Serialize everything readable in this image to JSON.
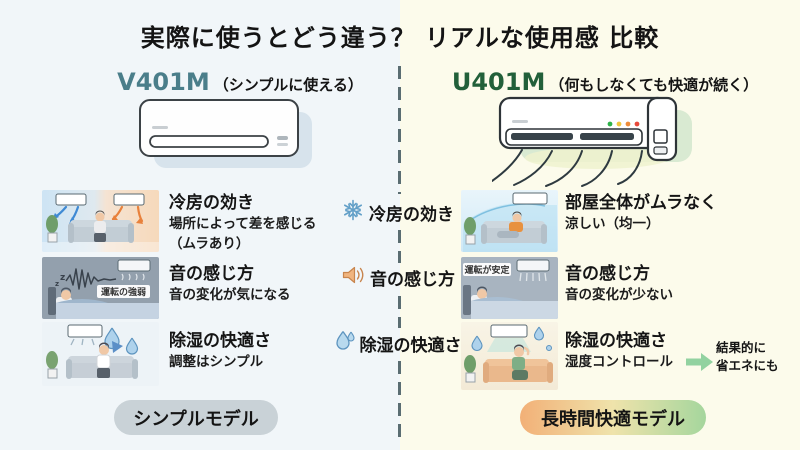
{
  "title": "実際に使うとどう違う？ リアルな使用感 比較",
  "left_column": {
    "model": "V401M",
    "model_note": "（シンプルに使える）",
    "badge": "シンプルモデル",
    "rows": [
      {
        "heading": "冷房の効き",
        "line1": "場所によって差を感じる",
        "line2": "（ムラあり）"
      },
      {
        "heading": "音の感じ方",
        "line1": "音の変化が気になる",
        "image_label": "運転の強弱"
      },
      {
        "heading": "除湿の快適さ",
        "line1": "調整はシンプル"
      }
    ]
  },
  "center": {
    "categories": [
      {
        "icon": "snowflake-icon",
        "label": "冷房の効き"
      },
      {
        "icon": "speaker-icon",
        "label": "音の感じ方"
      },
      {
        "icon": "waterdrop-icon",
        "label": "除湿の快適さ"
      }
    ]
  },
  "right_column": {
    "model": "U401M",
    "model_note": "（何もしなくても快適が続く）",
    "badge": "長時間快適モデル",
    "rows": [
      {
        "heading": "部屋全体がムラなく",
        "line1": "涼しい（均一）"
      },
      {
        "heading": "音の感じ方",
        "line1": "音の変化が少ない",
        "image_label": "運転が安定"
      },
      {
        "heading": "除湿の快適さ",
        "line1": "湿度コントロール",
        "note_line1": "結果的に",
        "note_line2": "省エネにも"
      }
    ]
  },
  "colors": {
    "left_bg": "#f1f6f9",
    "right_bg": "#fcfbeb",
    "divider": "#5a6d72",
    "left_model": "#4a7e8a",
    "right_model": "#22603a",
    "badge_left_bg": "#c9d2d7",
    "badge_right_from": "#f2b077",
    "badge_right_to": "#a5d69d",
    "arrow_green": "#92d2a0",
    "snowflake": "#63a0c8",
    "speaker": "#f0b47e",
    "waterdrop": "#b8d9ee"
  }
}
